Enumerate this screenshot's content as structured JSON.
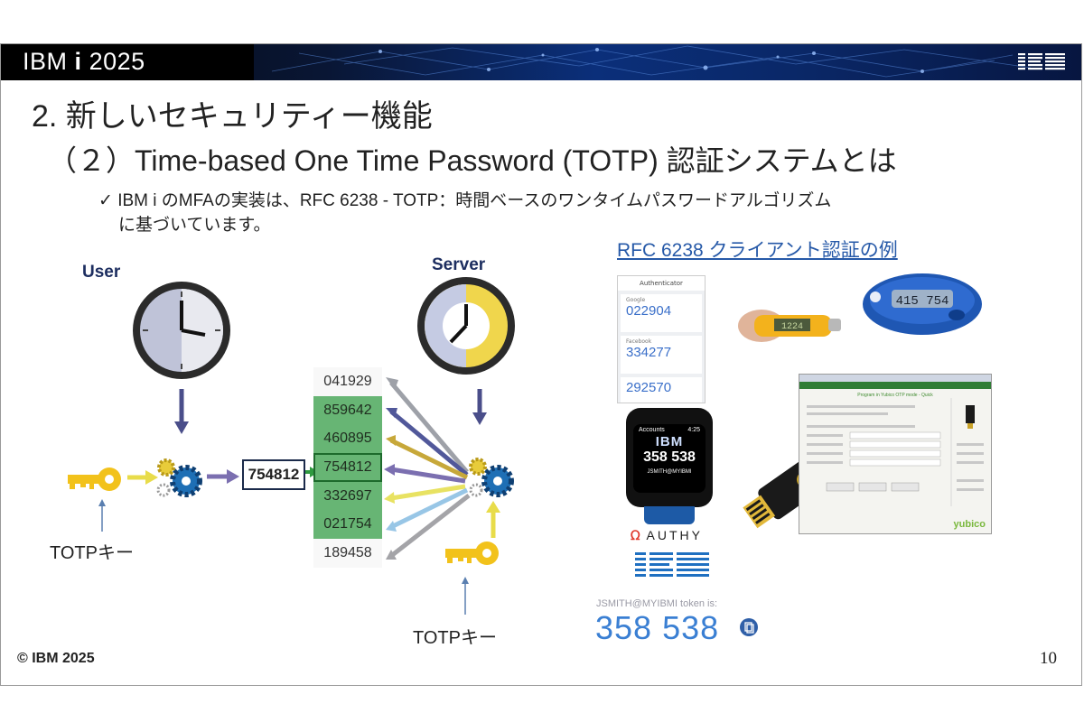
{
  "banner": {
    "brand": "IBM",
    "brand_i": "i",
    "year": "2025"
  },
  "title": {
    "heading": "2. 新しいセキュリティー機能",
    "subheading": "（２）Time-based One Time Password (TOTP) 認証システムとは"
  },
  "bullet": {
    "check": "✓",
    "line1": "IBM i のMFAの実装は、RFC 6238 - TOTP：時間ベースのワンタイムパスワードアルゴリズム",
    "line2": "に基づいています。"
  },
  "diagram": {
    "user_label": "User",
    "server_label": "Server",
    "user_code": "754812",
    "totp_key_left": "TOTPキー",
    "totp_key_right": "TOTPキー",
    "strip": [
      {
        "value": "041929",
        "color": "white"
      },
      {
        "value": "859642",
        "color": "green"
      },
      {
        "value": "460895",
        "color": "green"
      },
      {
        "value": "754812",
        "color": "green"
      },
      {
        "value": "332697",
        "color": "green"
      },
      {
        "value": "021754",
        "color": "green"
      },
      {
        "value": "189458",
        "color": "white"
      }
    ],
    "colors": {
      "key": "#f2c21b",
      "clock_face": "#bfc3d8",
      "gear_blue": "#1e6fb5",
      "gear_yellow": "#e8cc3a"
    }
  },
  "examples": {
    "link_text": "RFC 6238 クライアント認証の例",
    "phone": {
      "header": "Authenticator",
      "items": [
        {
          "service": "Google",
          "code": "022904"
        },
        {
          "service": "Facebook",
          "code": "334277"
        },
        {
          "service": "",
          "code": "292570"
        }
      ]
    },
    "watch": {
      "app": "Accounts",
      "time": "4:25",
      "logo": "IBM",
      "code": "358 538",
      "user": "JSMITH@MYIBMI"
    },
    "authy_text": "AUTHY",
    "ibm_logo_text": "IBM",
    "token_label": "JSMITH@MYIBMI token is:",
    "token_value": "358 538",
    "key_fob_display": "415 754",
    "usb_token_display": "1224",
    "yubico_brand": "yubico",
    "yubico_program": "Program in Yubico OTP mode - Quick"
  },
  "footer": {
    "copyright": "© IBM 2025",
    "page": "10"
  }
}
